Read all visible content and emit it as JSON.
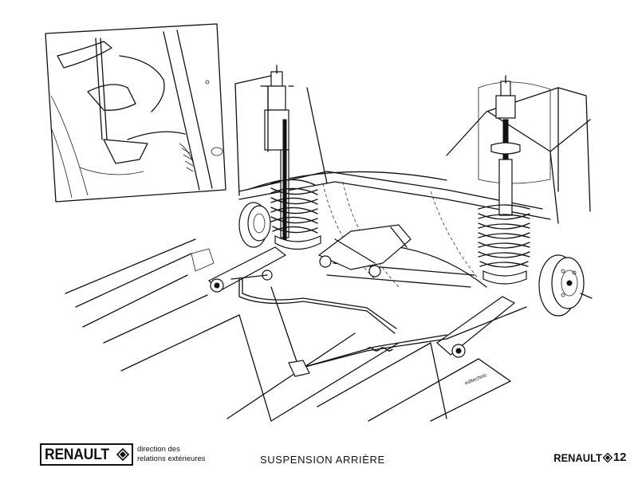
{
  "footer": {
    "brand_logo": "RENAULT",
    "org_line1": "direction des",
    "org_line2": "relations extérieures",
    "title": "SUSPENSION ARRIÈRE",
    "model_brand": "RENAULT",
    "model_number": "12"
  },
  "credit": "editechnic",
  "icons": {
    "logo_mark": "renault-diamond-icon"
  },
  "colors": {
    "ink": "#111111",
    "paper": "#ffffff"
  }
}
